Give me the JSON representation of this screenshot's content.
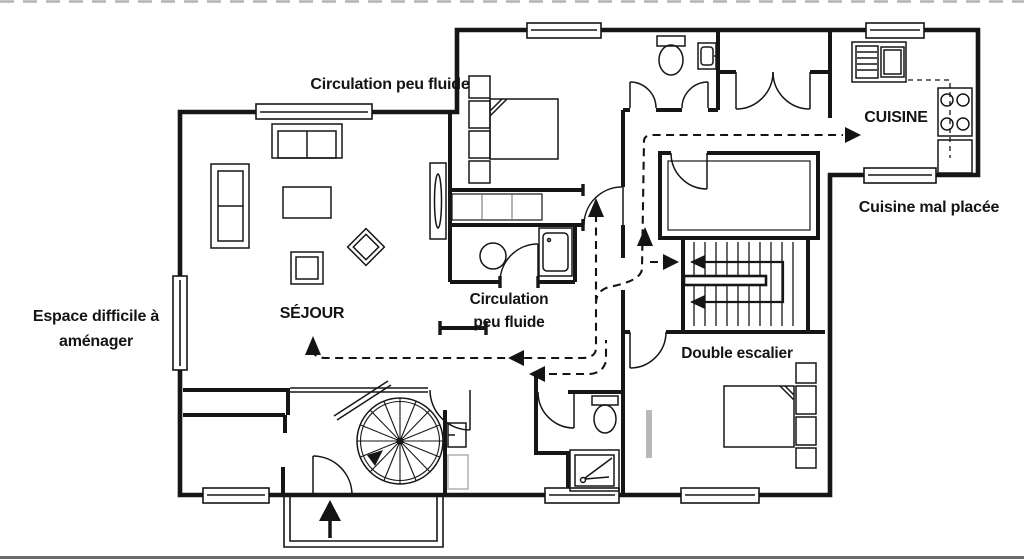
{
  "doc": {
    "type": "annotated floor plan",
    "background": "#ffffff",
    "line_color": "#161616",
    "gray_color": "#9a9a9a"
  },
  "rooms": {
    "sejour_label": "SÉJOUR",
    "cuisine_label": "CUISINE"
  },
  "annotations": {
    "circulation_top": "Circulation peu fluide",
    "circulation_center_line1": "Circulation",
    "circulation_center_line2": "peu fluide",
    "espace_line1": "Espace difficile à",
    "espace_line2": "aménager",
    "cuisine_mal_placee": "Cuisine mal placée",
    "double_escalier": "Double escalier"
  }
}
